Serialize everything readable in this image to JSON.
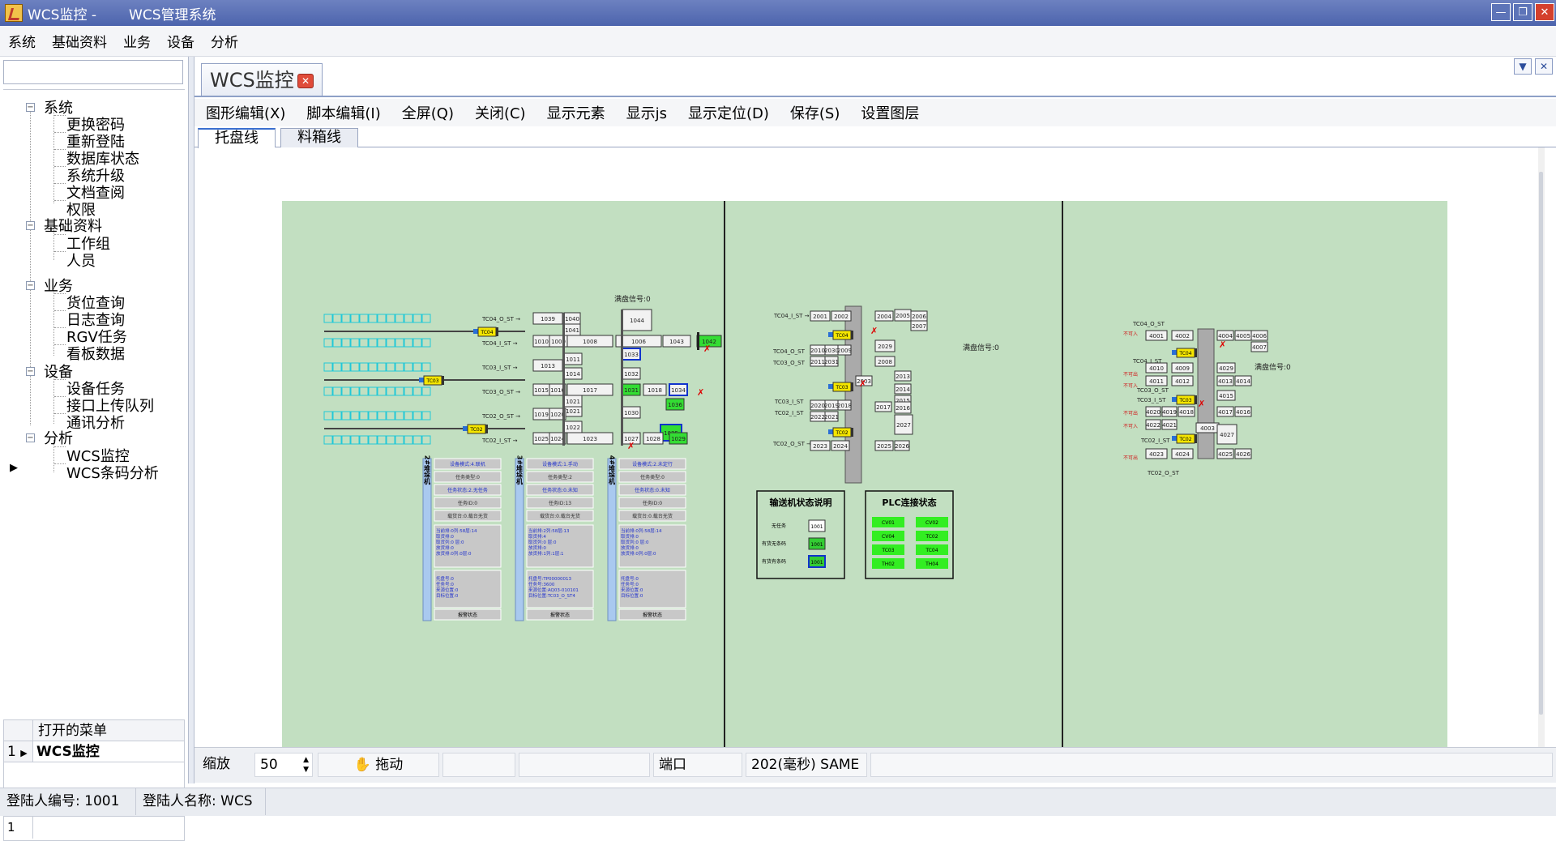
{
  "window": {
    "app_title": "WCS监控 -",
    "system_title": "WCS管理系统"
  },
  "menu": [
    "系统",
    "基础资料",
    "业务",
    "设备",
    "分析"
  ],
  "tree": {
    "groups": [
      {
        "label": "系统",
        "children": [
          "更换密码",
          "重新登陆",
          "数据库状态",
          "系统升级",
          "文档查阅",
          "权限"
        ]
      },
      {
        "label": "基础资料",
        "children": [
          "工作组",
          "人员"
        ]
      },
      {
        "label": "业务",
        "children": [
          "货位查询",
          "日志查询",
          "RGV任务",
          "看板数据"
        ]
      },
      {
        "label": "设备",
        "children": [
          "设备任务",
          "接口上传队列",
          "通讯分析"
        ]
      },
      {
        "label": "分析",
        "children": [
          "WCS监控",
          "WCS条码分析"
        ]
      }
    ]
  },
  "open_menu": {
    "header": "打开的菜单",
    "rows": [
      {
        "index": "1",
        "label": "WCS监控"
      }
    ],
    "pager": "1"
  },
  "doc_tab": {
    "label": "WCS监控"
  },
  "toolbar": [
    "图形编辑(X)",
    "脚本编辑(I)",
    "全屏(Q)",
    "关闭(C)",
    "显示元素",
    "显示js",
    "显示定位(D)",
    "保存(S)",
    "设置图层"
  ],
  "subtabs": [
    "托盘线",
    "料箱线"
  ],
  "diagram": {
    "area1": {
      "scan_signal": "满盘信号:0",
      "labels": [
        "TC04_O_ST",
        "TC04_I_ST",
        "TC03_I_ST",
        "TC03_O_ST",
        "TC02_O_ST",
        "TC02_I_ST"
      ],
      "rgv": [
        "TC04",
        "TC03",
        "TC02"
      ],
      "cells": [
        "1039",
        "1040",
        "1041",
        "1044",
        "1010",
        "1009",
        "1008",
        "1006",
        "1043",
        "1042",
        "1013",
        "1011",
        "1033",
        "1014",
        "1032",
        "1015",
        "1016",
        "1017",
        "1031",
        "1018",
        "1021",
        "1034",
        "1035",
        "1019",
        "1020",
        "1021",
        "1030",
        "1036",
        "1022",
        "1025",
        "1024",
        "1023",
        "1027",
        "1028",
        "1029"
      ],
      "panels": [
        {
          "id": "2#堆垛机",
          "lines": [
            "设备模式:4.联机",
            "任务类型:0",
            "任务状态:2.无任务",
            "任务ID:0",
            "载货台:0.载台无货"
          ],
          "status1": [
            "当前排:0列:58层:14",
            "取货排:0",
            "取货列:0 层:0",
            "放货排:0",
            "放货排:0列:0层:0"
          ],
          "status2": [
            "托盘号:0",
            "任务号:0",
            "来源位置:0",
            "目标位置:0"
          ],
          "footer": "报警状态"
        },
        {
          "id": "3#堆垛机",
          "lines": [
            "设备模式:1.手动",
            "任务类型:2",
            "任务状态:0.未知",
            "任务ID:13",
            "载货台:0.载台无货"
          ],
          "status1": [
            "当前排:2列:58层:13",
            "取货排:4",
            "取货列:0 层:0",
            "放货排:0",
            "放货排:1列:1层:1"
          ],
          "status2": [
            "托盘号:TP00000013",
            "任务号:3600",
            "来源位置:AQ03-010101",
            "目标位置:TC03_O_ST4"
          ],
          "footer": "报警状态"
        },
        {
          "id": "4#堆垛机",
          "lines": [
            "设备模式:2.未定行",
            "任务类型:0",
            "任务状态:0.未知",
            "任务ID:0",
            "载货台:0.载台无货"
          ],
          "status1": [
            "当前排:0列:58层:14",
            "取货排:0",
            "取货列:0 层:0",
            "放货排:0",
            "放货排:0列:0层:0"
          ],
          "status2": [
            "托盘号:0",
            "任务号:0",
            "来源位置:0",
            "目标位置:0"
          ],
          "footer": "报警状态"
        }
      ]
    },
    "area2": {
      "scan_signal": "满盘信号:0",
      "labels": [
        "TC04_I_ST",
        "TC04_O_ST",
        "TC03_O_ST",
        "TC03_I_ST",
        "TC02_I_ST",
        "TC02_O_ST"
      ],
      "rgv": [
        "TC04",
        "TC03",
        "TC02"
      ],
      "cells": [
        "2001",
        "2002",
        "2004",
        "2005",
        "2006",
        "2007",
        "2010",
        "2030",
        "2009",
        "2029",
        "2011",
        "2031",
        "2008",
        "2003",
        "2013",
        "2014",
        "2015",
        "2020",
        "2019",
        "2018",
        "2017",
        "2016",
        "2022",
        "2021",
        "2027",
        "2023",
        "2024",
        "2025",
        "2026"
      ],
      "legend_title": "输送机状态说明",
      "legend_items": [
        {
          "label": "无任务",
          "value": "1001",
          "color": "#ffffff"
        },
        {
          "label": "有货无条码",
          "value": "1001",
          "color": "#33cc33"
        },
        {
          "label": "有货有条码",
          "value": "1001",
          "color": "#33cc33"
        }
      ],
      "plc_title": "PLC连接状态",
      "plc_items": [
        "CV01",
        "CV02",
        "CV04",
        "TC02",
        "TC03",
        "TC04",
        "TH02",
        "TH04"
      ]
    },
    "area3": {
      "scan_signal": "满盘信号:0",
      "labels": [
        "TC04_O_ST",
        "TC04_I_ST",
        "TC03_O_ST",
        "TC03_I_ST",
        "TC02_I_ST",
        "TC02_O_ST"
      ],
      "side_tags": [
        "不可入",
        "不可出",
        "不可入",
        "不可出",
        "不可入",
        "不可出"
      ],
      "rgv": [
        "TC04",
        "TC03",
        "TC02"
      ],
      "cells": [
        "4001",
        "4002",
        "4004",
        "4005",
        "4006",
        "4007",
        "4010",
        "4009",
        "4029",
        "4011",
        "4012",
        "4013",
        "4014",
        "4015",
        "4020",
        "4019",
        "4018",
        "4017",
        "4016",
        "4022",
        "4021",
        "4003",
        "4027",
        "4023",
        "4024",
        "4025",
        "4026"
      ]
    }
  },
  "bottom": {
    "zoom_label": "缩放",
    "zoom_value": "50",
    "drag_label": "拖动",
    "port_label": "端口",
    "port_value": "202(毫秒) SAME"
  },
  "status": {
    "user_id": "登陆人编号: 1001",
    "user_name": "登陆人名称: WCS"
  },
  "colors": {
    "title_bar": "#4c64ad",
    "diagram_bg": "#c2dfc1",
    "active_cell": "#33cc33",
    "rgv": "#f5e600"
  }
}
